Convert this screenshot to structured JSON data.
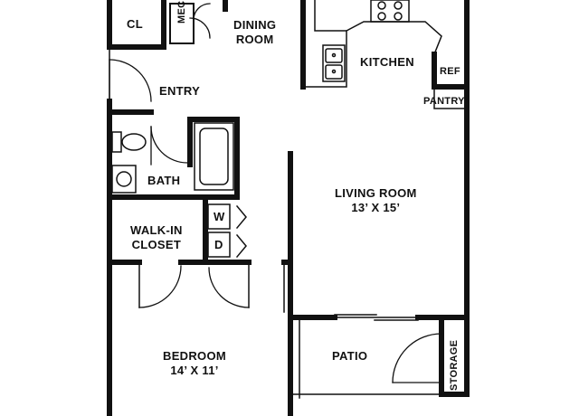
{
  "rooms": {
    "closet": {
      "name": "CL"
    },
    "mech": {
      "name": "MECH"
    },
    "dining": {
      "name_line1": "DINING",
      "name_line2": "ROOM"
    },
    "kitchen": {
      "name": "KITCHEN"
    },
    "refrigerator": {
      "name": "REF"
    },
    "pantry": {
      "name": "PANTRY"
    },
    "entry": {
      "name": "ENTRY"
    },
    "bath": {
      "name": "BATH"
    },
    "washer": {
      "name": "W"
    },
    "dryer": {
      "name": "D"
    },
    "walk_in_closet": {
      "name_line1": "WALK-IN",
      "name_line2": "CLOSET"
    },
    "living_room": {
      "name": "LIVING ROOM",
      "size": "13’ X 15’"
    },
    "bedroom": {
      "name": "BEDROOM",
      "size": "14’ X 11’"
    },
    "patio": {
      "name": "PATIO"
    },
    "storage": {
      "name": "STORAGE"
    }
  },
  "colors": {
    "wall": "#111111",
    "background": "#ffffff"
  }
}
